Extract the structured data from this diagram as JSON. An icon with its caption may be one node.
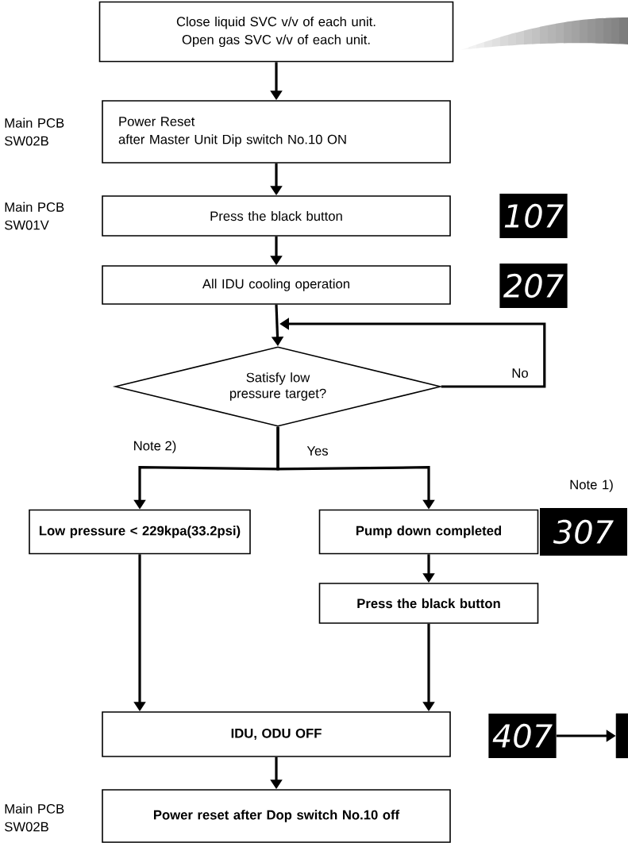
{
  "diagram": {
    "nodes": [
      {
        "text": [
          "Close liquid SVC v/v of each unit.",
          "Open gas SVC v/v of each unit."
        ]
      },
      {
        "text": [
          "Power Reset",
          "after Master Unit Dip switch No.10 ON"
        ],
        "beside": [
          "Main PCB SW02B"
        ]
      },
      {
        "text": [
          "Press the black button"
        ],
        "beside": [
          "Main PCB SW01V"
        ]
      },
      {
        "text": [
          "107"
        ]
      },
      {
        "text": [
          "All IDU cooling operation"
        ]
      },
      {
        "text": [
          "207"
        ]
      },
      {
        "text": [
          "Satisfy low pressure target?"
        ]
      },
      {
        "text": [
          "Low pressure < 229kpa(33.2psi)"
        ]
      },
      {
        "text": [
          "Pump down completed"
        ]
      },
      {
        "text": [
          "307"
        ],
        "beside": [
          "Note 1)"
        ]
      },
      {
        "text": [
          "Press the black button"
        ]
      },
      {
        "text": [
          "IDU, ODU OFF"
        ]
      },
      {
        "text": [
          "407"
        ]
      },
      {
        "text": [],
        "shape": "box"
      },
      {
        "text": [
          "Power reset after Dop switch No.10 off"
        ],
        "beside": [
          "Main PCB SW02B"
        ]
      }
    ],
    "edges": [
      {
        "from": 0,
        "to": 1,
        "arrow": "to"
      },
      {
        "from": 1,
        "to": 2,
        "arrow": "to"
      },
      {
        "from": 2,
        "to": 4,
        "arrow": "to"
      },
      {
        "from": 4,
        "to": 6,
        "arrow": "to"
      },
      {
        "from": 6,
        "to": null,
        "arrow": "to",
        "label": "No"
      },
      {
        "from": 6,
        "to": 7,
        "arrow": "to",
        "label": "Note 2)"
      },
      {
        "from": 6,
        "to": 8,
        "arrow": "to",
        "label": "Yes"
      },
      {
        "from": 8,
        "to": 10,
        "arrow": "to"
      },
      {
        "from": 7,
        "to": 11,
        "arrow": "to"
      },
      {
        "from": 10,
        "to": 11,
        "arrow": "to"
      },
      {
        "from": 11,
        "to": 14,
        "arrow": "to"
      },
      {
        "from": 12,
        "to": 13,
        "arrow": "to"
      }
    ]
  }
}
